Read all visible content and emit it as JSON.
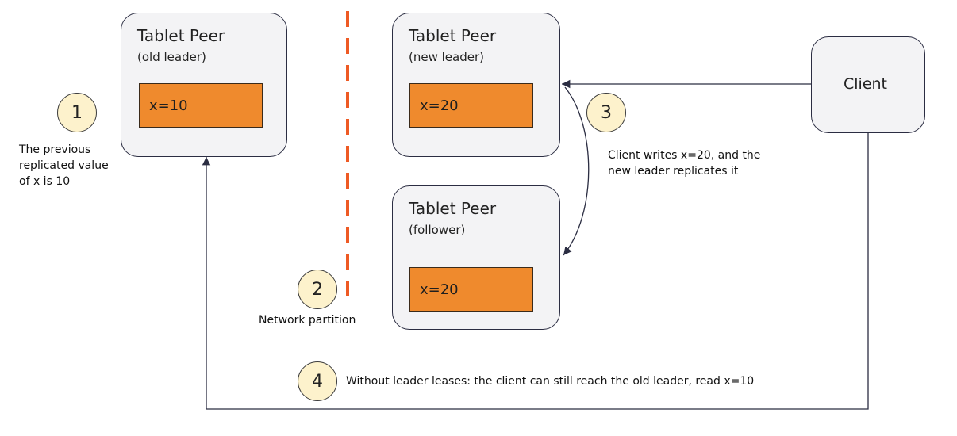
{
  "peers": {
    "old_leader": {
      "title": "Tablet Peer",
      "subtitle": "(old leader)",
      "value": "x=10"
    },
    "new_leader": {
      "title": "Tablet Peer",
      "subtitle": "(new leader)",
      "value": "x=20"
    },
    "follower": {
      "title": "Tablet Peer",
      "subtitle": "(follower)",
      "value": "x=20"
    }
  },
  "client": {
    "label": "Client"
  },
  "steps": [
    {
      "number": "1",
      "text_lines": [
        "The previous",
        "replicated value",
        "of x is 10"
      ]
    },
    {
      "number": "2",
      "text_lines": [
        "Network partition"
      ]
    },
    {
      "number": "3",
      "text_lines": [
        "Client writes x=20, and the",
        "new leader replicates it"
      ]
    },
    {
      "number": "4",
      "text_lines": [
        "Without leader leases: the client can still reach the old leader, read x=10"
      ]
    }
  ],
  "colors": {
    "value_fill": "#ef8a2d",
    "partition_line": "#ee5a24",
    "badge_fill": "#fdf2cc",
    "peer_fill": "#f3f3f5",
    "outline": "#2b2d42"
  }
}
